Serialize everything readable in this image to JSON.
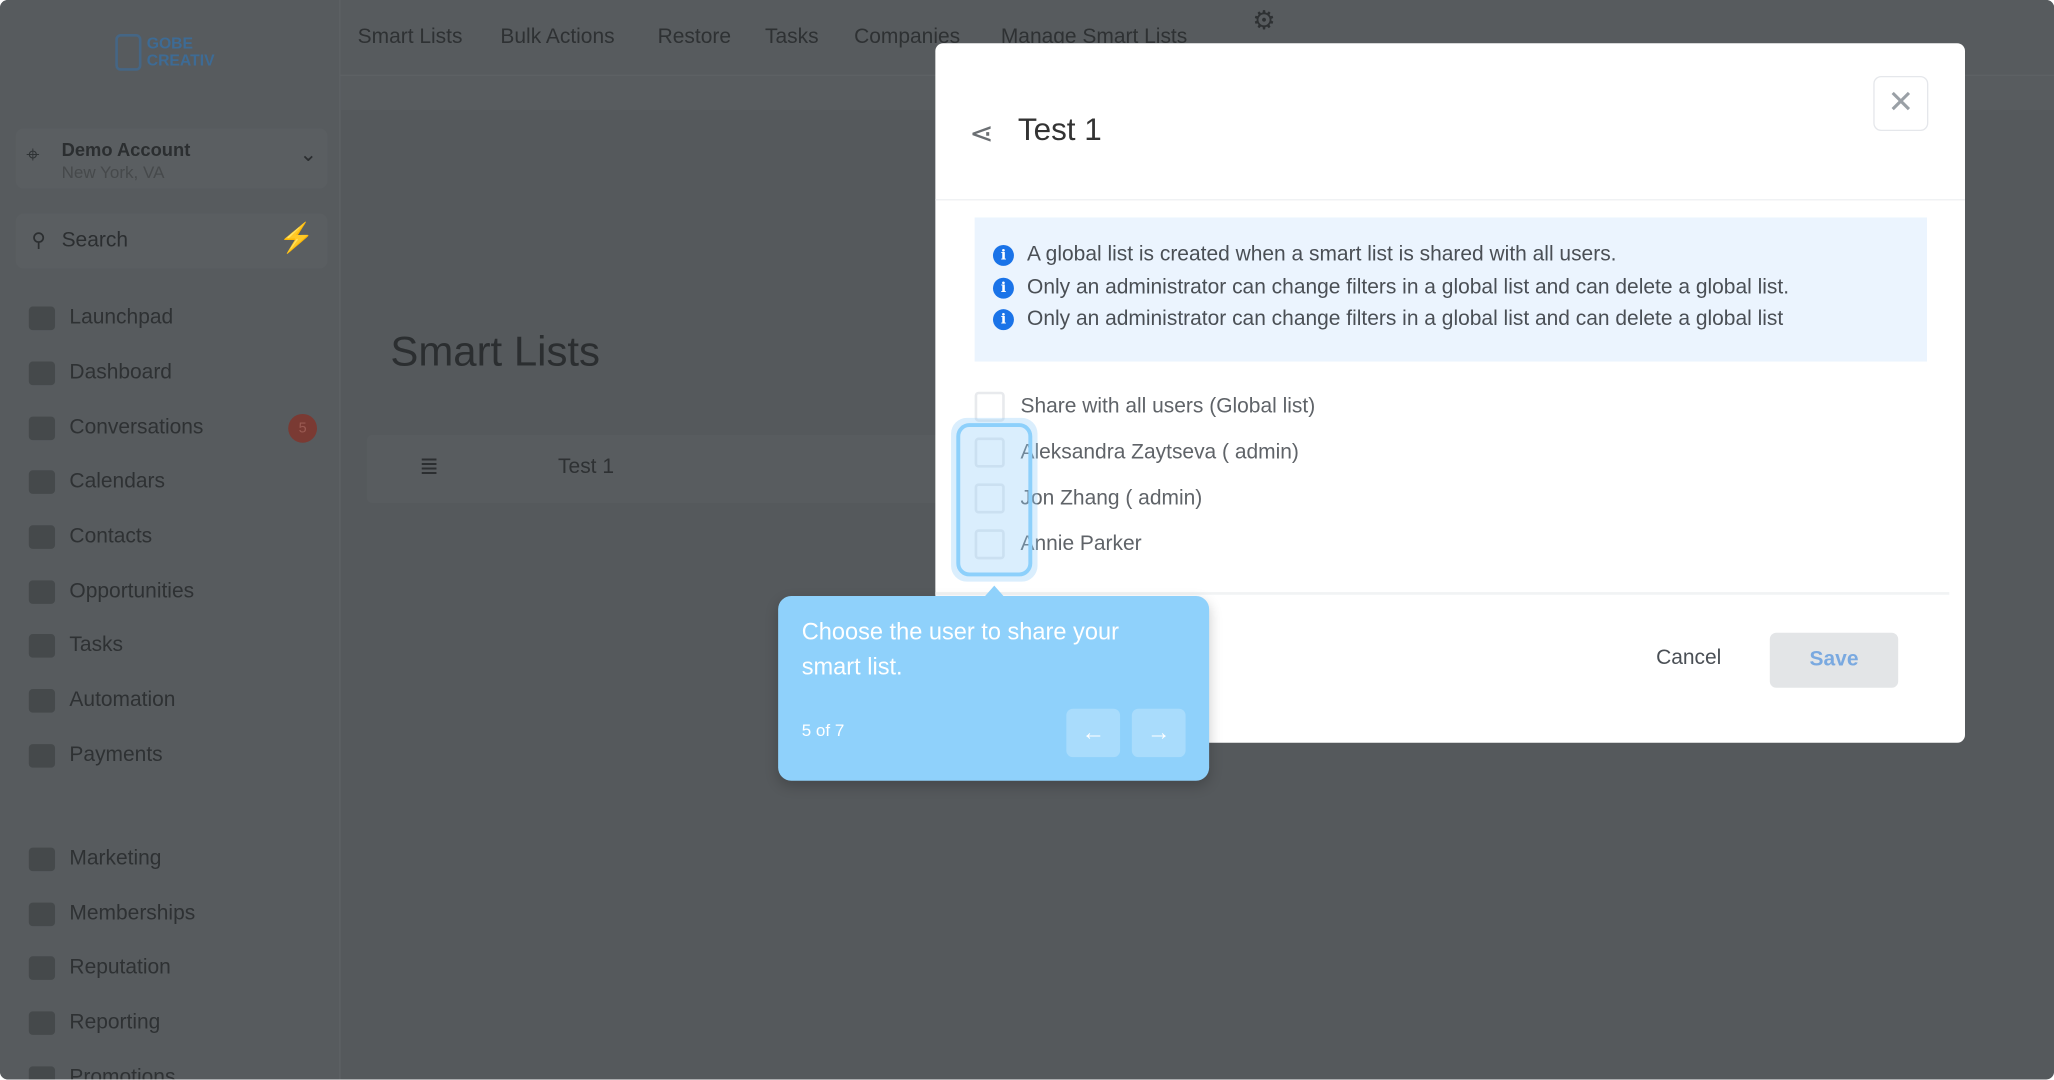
{
  "logo": {
    "line1": "GOBE",
    "line2": "CREATIV"
  },
  "account": {
    "name": "Demo Account",
    "location": "New York, VA"
  },
  "search": {
    "placeholder": "Search"
  },
  "sidebar": {
    "items": [
      {
        "label": "Launchpad"
      },
      {
        "label": "Dashboard"
      },
      {
        "label": "Conversations",
        "badge": "5"
      },
      {
        "label": "Calendars"
      },
      {
        "label": "Contacts"
      },
      {
        "label": "Opportunities"
      },
      {
        "label": "Tasks"
      },
      {
        "label": "Automation"
      },
      {
        "label": "Payments"
      },
      {
        "label": "Marketing"
      },
      {
        "label": "Memberships"
      },
      {
        "label": "Reputation"
      },
      {
        "label": "Reporting"
      },
      {
        "label": "Promotions"
      }
    ]
  },
  "topnav": {
    "tabs": [
      "Smart Lists",
      "Bulk Actions",
      "Restore",
      "Tasks",
      "Companies",
      "Manage Smart Lists"
    ]
  },
  "page": {
    "title": "Smart Lists",
    "row_name": "Test 1"
  },
  "modal": {
    "title": "Test 1",
    "info": [
      "A global list is created when a smart list is shared with all users.",
      "Only an administrator can change filters in a global list and can delete a global list.",
      "Only an administrator can change filters in a global list and can delete a global list"
    ],
    "options": [
      "Share with all users (Global list)",
      "Aleksandra Zaytseva ( admin)",
      "Jon Zhang ( admin)",
      "Annie Parker"
    ],
    "cancel": "Cancel",
    "save": "Save"
  },
  "tour": {
    "message": "Choose the user to share your smart list.",
    "step": "5 of 7"
  },
  "colors": {
    "tooltip": "#8fd1fb",
    "accent": "#1a73e8",
    "badge": "#e5533f"
  }
}
